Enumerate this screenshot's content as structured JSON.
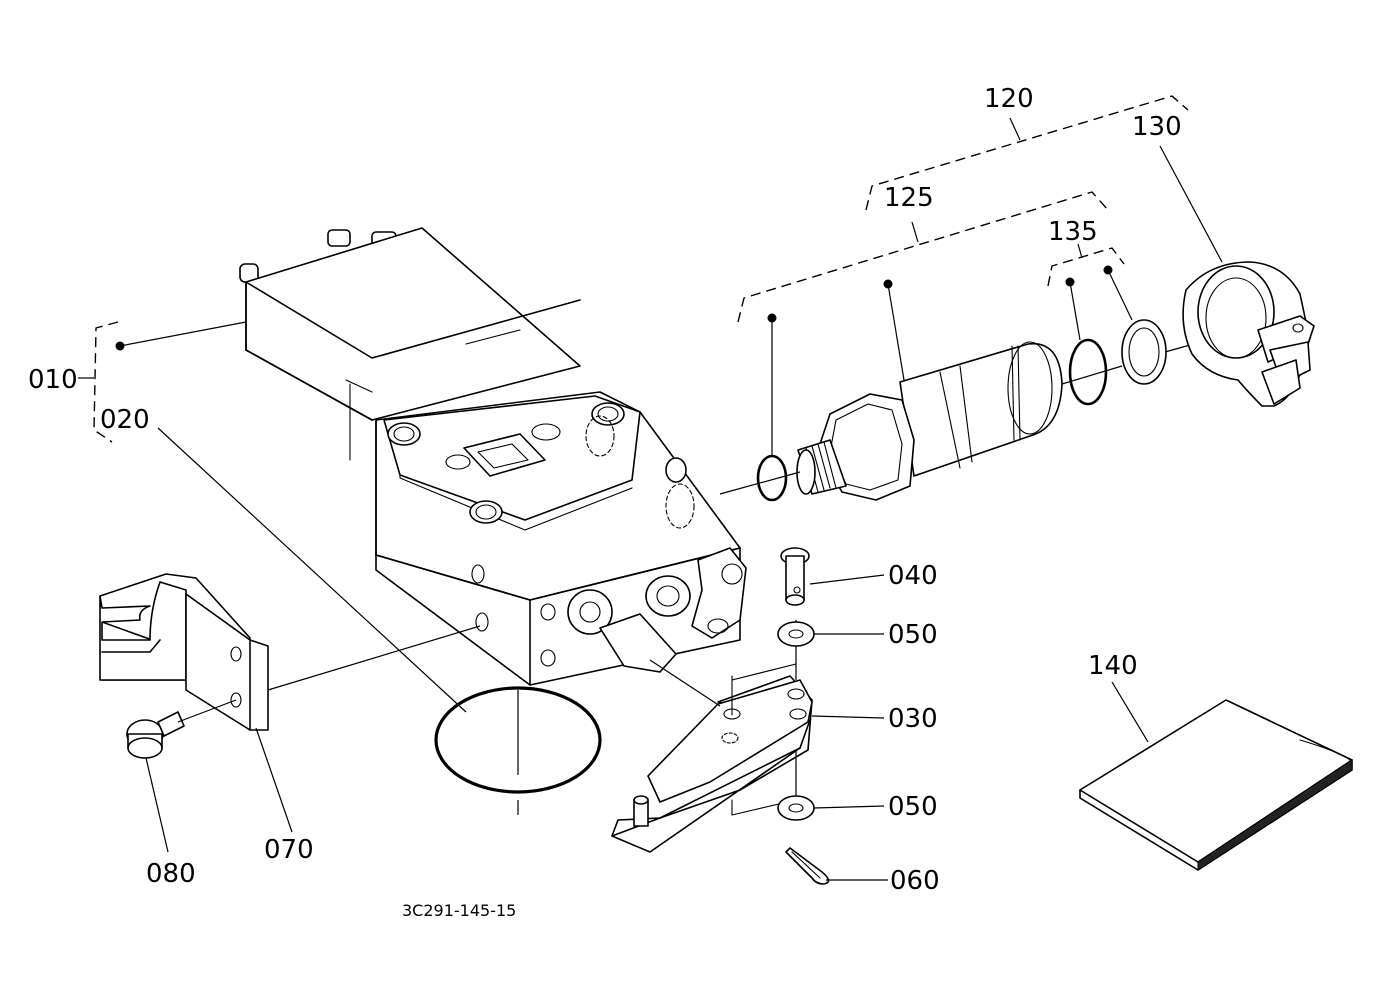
{
  "drawing_code": "3C291-145-15",
  "callouts": [
    {
      "id": "c010",
      "number": "010"
    },
    {
      "id": "c020",
      "number": "020"
    },
    {
      "id": "c030",
      "number": "030"
    },
    {
      "id": "c040",
      "number": "040"
    },
    {
      "id": "c050a",
      "number": "050"
    },
    {
      "id": "c050b",
      "number": "050"
    },
    {
      "id": "c060",
      "number": "060"
    },
    {
      "id": "c070",
      "number": "070"
    },
    {
      "id": "c080",
      "number": "080"
    },
    {
      "id": "c120",
      "number": "120"
    },
    {
      "id": "c125",
      "number": "125"
    },
    {
      "id": "c130",
      "number": "130"
    },
    {
      "id": "c135",
      "number": "135"
    },
    {
      "id": "c140",
      "number": "140"
    }
  ]
}
